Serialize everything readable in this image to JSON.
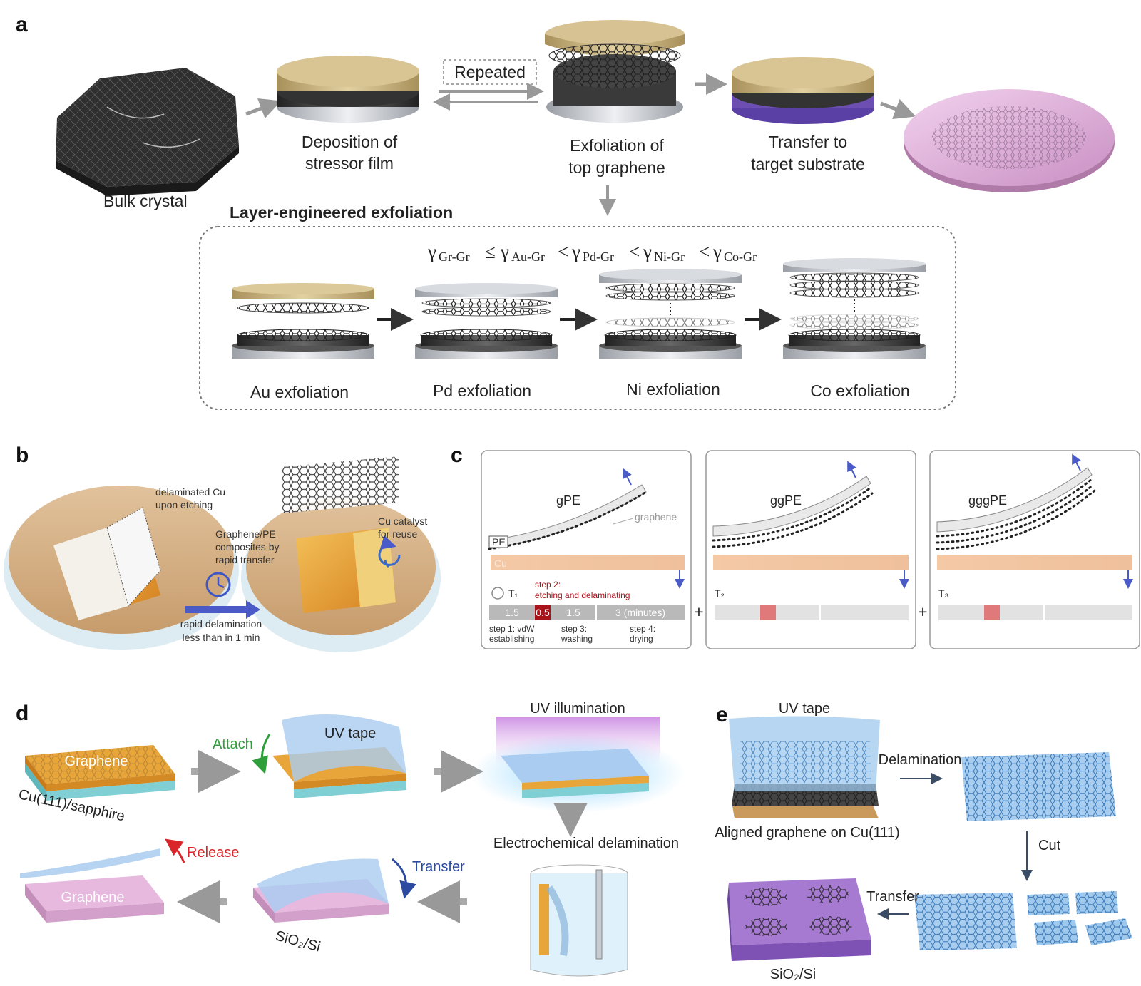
{
  "panels": {
    "a": {
      "letter": "a",
      "bulk_crystal": "Bulk crystal",
      "deposition": [
        "Deposition of",
        "stressor film"
      ],
      "repeated": "Repeated",
      "exfoliation": [
        "Exfoliation of",
        "top graphene"
      ],
      "transfer": [
        "Transfer to",
        "target substrate"
      ],
      "layer_title": "Layer-engineered exfoliation",
      "relation": {
        "symbol": "γ",
        "terms": [
          "Gr-Gr",
          "Au-Gr",
          "Pd-Gr",
          "Ni-Gr",
          "Co-Gr"
        ],
        "ops": [
          "≤",
          "<",
          "<",
          "<"
        ]
      },
      "stages": [
        "Au exfoliation",
        "Pd exfoliation",
        "Ni exfoliation",
        "Co exfoliation"
      ],
      "colors": {
        "gold": "#c8b27a",
        "silver": "#c9ccd1",
        "purple": "#6c4fb0",
        "pink": "#e6bfe0"
      }
    },
    "b": {
      "letter": "b",
      "delaminated": [
        "delaminated Cu",
        "upon etching"
      ],
      "composites": [
        "Graphene/PE",
        "composites by",
        "rapid transfer"
      ],
      "catalyst": [
        "Cu catalyst",
        "for reuse"
      ],
      "rapid": [
        "rapid delamination",
        "less than in 1 min"
      ],
      "colors": {
        "liquid": "#d9b48a",
        "foil": "#e8a23a",
        "arrow": "#4a5bc8"
      }
    },
    "c": {
      "letter": "c",
      "boxes": [
        {
          "name": "gPE",
          "time": "T₁",
          "layers": 1
        },
        {
          "name": "ggPE",
          "time": "T₂",
          "layers": 2
        },
        {
          "name": "gggPE",
          "time": "T₃",
          "layers": 3
        }
      ],
      "graphene_label": "graphene",
      "pe_label": "PE",
      "cu_label": "Cu",
      "step2": [
        "step 2:",
        "etching and delaminating"
      ],
      "bar_values": [
        "1.5",
        "0.5",
        "1.5",
        "3 (minutes)"
      ],
      "steps": [
        [
          "step 1: vdW",
          "establishing"
        ],
        [
          "step 3:",
          "washing"
        ],
        [
          "step 4:",
          "drying"
        ]
      ],
      "plus": "+",
      "colors": {
        "cu": "#f2c9a8",
        "red": "#a8141c",
        "bar": "#b9b9b9",
        "pink": "#e07a7a"
      }
    },
    "d": {
      "letter": "d",
      "graphene": "Graphene",
      "substrate": "Cu(111)/sapphire",
      "attach": "Attach",
      "uv_tape": "UV tape",
      "uv_illum": "UV illumination",
      "electro": "Electrochemical delamination",
      "release": "Release",
      "transfer": "Transfer",
      "graphene2": "Graphene",
      "sio2": "SiO₂/Si",
      "colors": {
        "green": "#2e9e3a",
        "red": "#d9262a",
        "blue": "#2c4aa0",
        "orange": "#e59a2c"
      }
    },
    "e": {
      "letter": "e",
      "uv_tape": "UV tape",
      "delamination": "Delamination",
      "aligned": "Aligned graphene on Cu(111)",
      "cut": "Cut",
      "transfer": "Transfer",
      "sio2": "SiO₂/Si",
      "colors": {
        "blue": "#9ec8ec",
        "purple": "#8a5fc0",
        "copper": "#c99a5b"
      }
    }
  }
}
